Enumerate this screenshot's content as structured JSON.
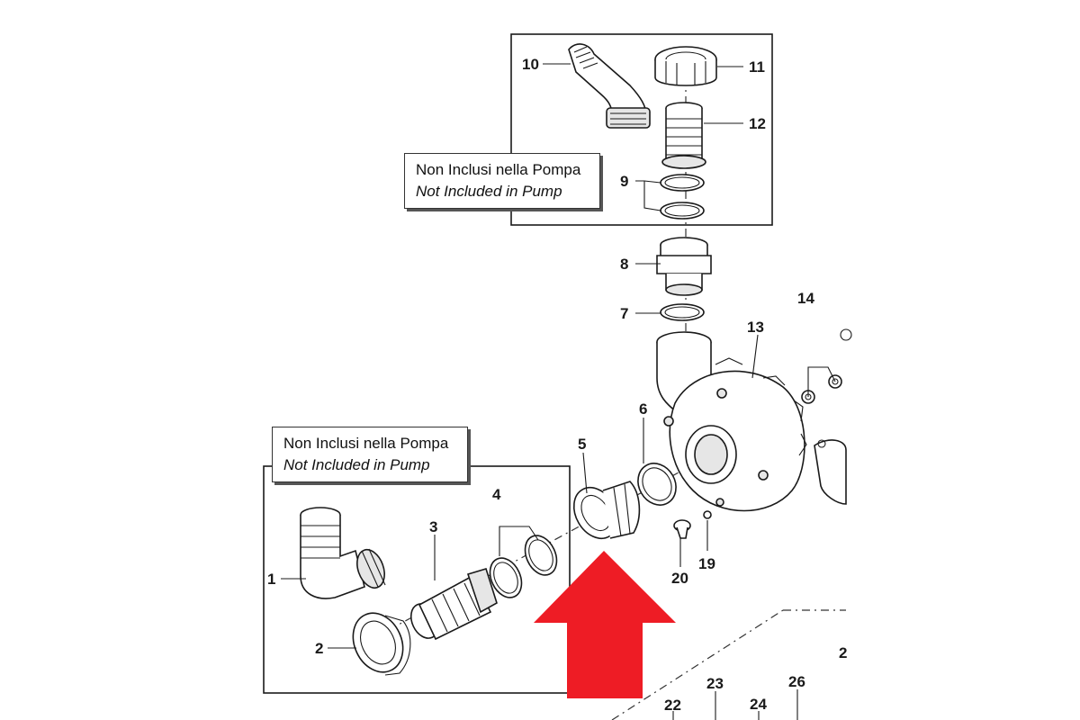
{
  "notes": [
    {
      "line1": "Non Inclusi nella Pompa",
      "line2": "Not Included in Pump"
    },
    {
      "line1": "Non Inclusi nella Pompa",
      "line2": "Not Included in Pump"
    }
  ],
  "callouts": [
    "1",
    "2",
    "3",
    "4",
    "5",
    "6",
    "7",
    "8",
    "9",
    "10",
    "11",
    "12",
    "13",
    "14",
    "19",
    "20",
    "22",
    "23",
    "24",
    "26",
    "2"
  ],
  "arrow": {
    "color": "#ee1c25"
  }
}
